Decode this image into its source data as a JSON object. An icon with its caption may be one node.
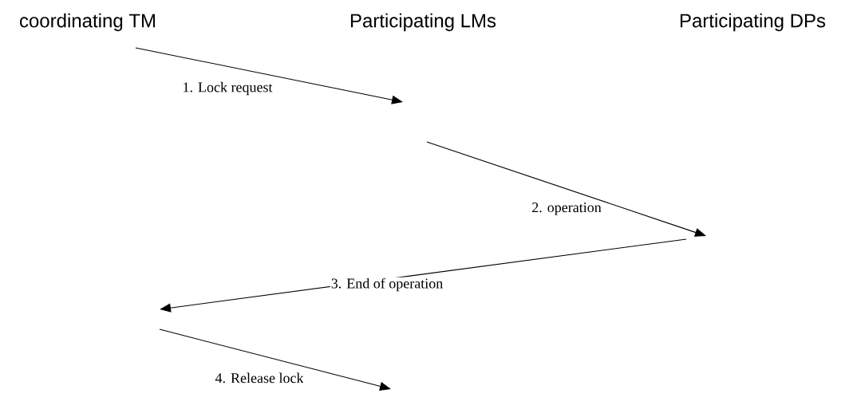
{
  "diagram": {
    "labels": [
      "coordinating TM",
      "Participating LMs",
      "Participating DPs",
      "1. Lock request",
      "2. operation",
      "3. End of operation",
      "4. Release lock"
    ]
  }
}
